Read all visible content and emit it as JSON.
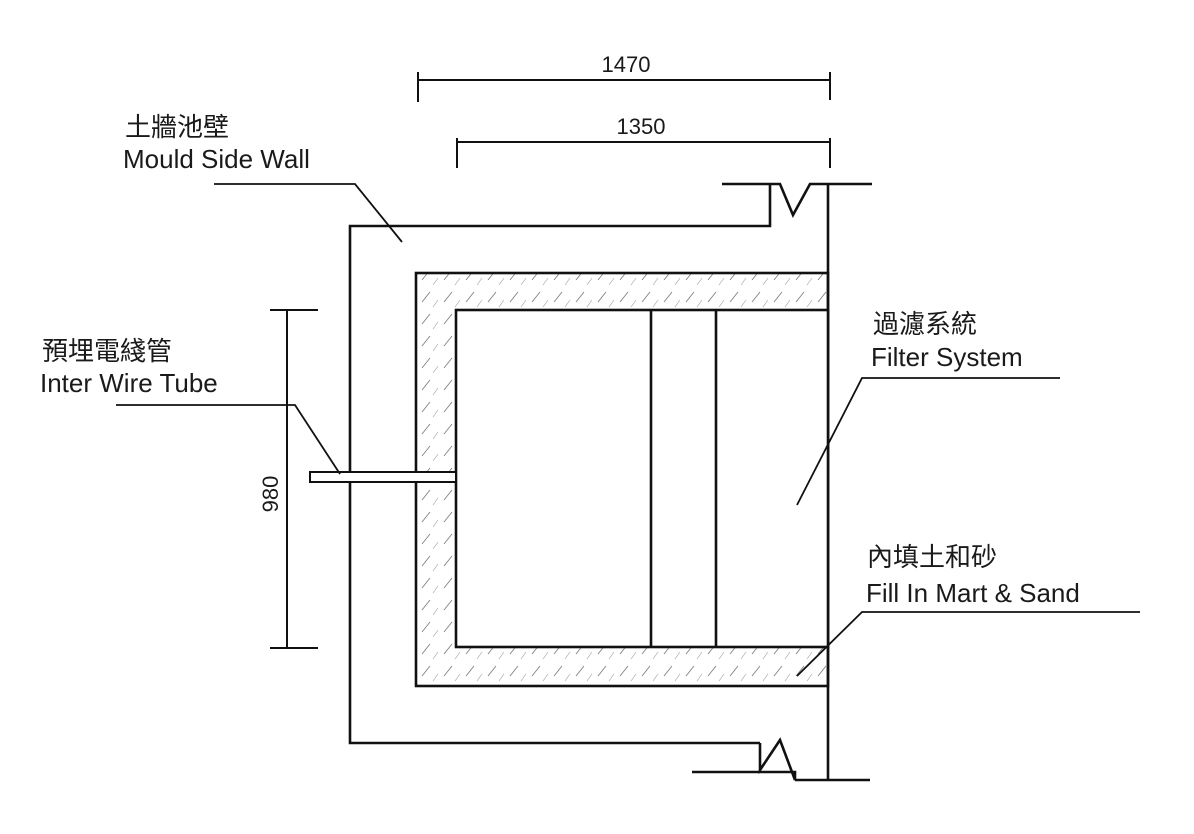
{
  "dimensions": {
    "overall_width": "1470",
    "inner_width": "1350",
    "height": "980"
  },
  "labels": {
    "mould_side_wall": {
      "zh": "土牆池壁",
      "en": "Mould Side Wall"
    },
    "inter_wire_tube": {
      "zh": "預埋電綫管",
      "en": "Inter Wire Tube"
    },
    "filter_system": {
      "zh": "過濾系統",
      "en": "Filter System"
    },
    "fill_in": {
      "zh": "內填土和砂",
      "en": "Fill In Mart & Sand"
    }
  }
}
